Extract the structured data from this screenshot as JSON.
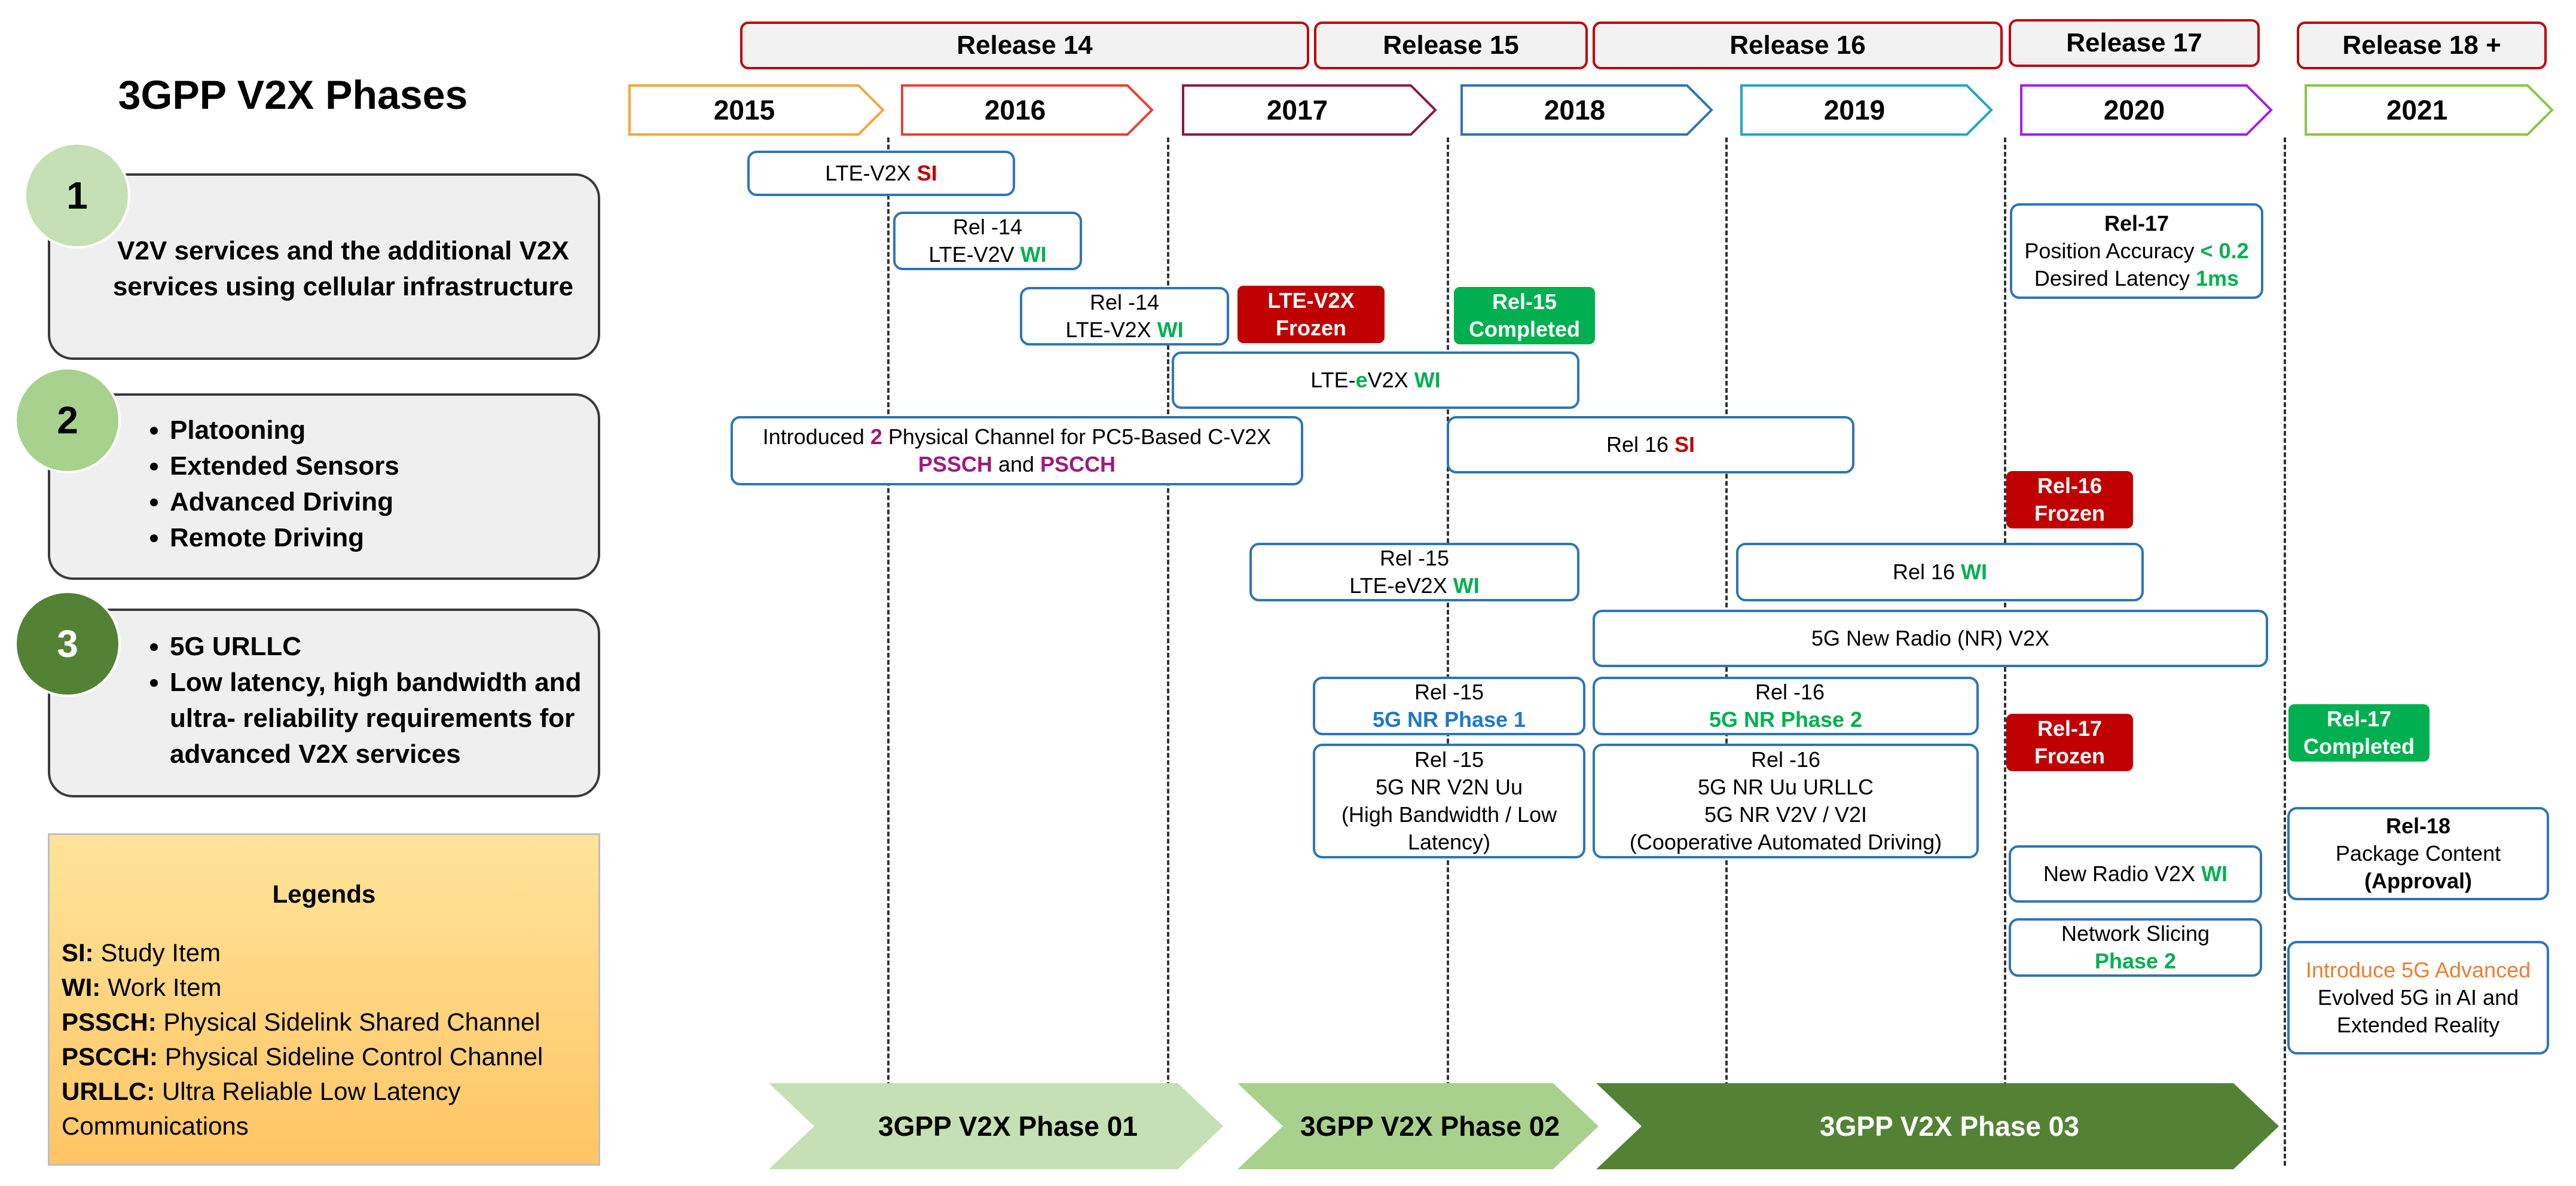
{
  "title": "3GPP V2X Phases",
  "releases": [
    "Release 14",
    "Release 15",
    "Release 16",
    "Release 17",
    "Release 18 +"
  ],
  "years": [
    {
      "label": "2015",
      "color": "#f4a63a"
    },
    {
      "label": "2016",
      "color": "#e8403a"
    },
    {
      "label": "2017",
      "color": "#8b1a4a"
    },
    {
      "label": "2018",
      "color": "#2e75b6"
    },
    {
      "label": "2019",
      "color": "#21a7c4"
    },
    {
      "label": "2020",
      "color": "#a020f0"
    },
    {
      "label": "2021",
      "color": "#8dc63f"
    }
  ],
  "phases": [
    {
      "num": "1",
      "text": "V2V services and the additional V2X services using cellular infrastructure",
      "circle_color": "#c5e0b4"
    },
    {
      "num": "2",
      "items": [
        "Platooning",
        "Extended Sensors",
        "Advanced Driving",
        "Remote Driving"
      ],
      "circle_color": "#a9d18e"
    },
    {
      "num": "3",
      "items": [
        "5G URLLC",
        "Low latency, high bandwidth and ultra- reliability requirements for advanced V2X services"
      ],
      "circle_color": "#548235"
    }
  ],
  "legend": {
    "title": "Legends",
    "entries": [
      {
        "key": "SI:",
        "value": "Study Item"
      },
      {
        "key": "WI:",
        "value": "Work Item"
      },
      {
        "key": "PSSCH:",
        "value": "Physical Sidelink Shared Channel"
      },
      {
        "key": "PSCCH:",
        "value": "Physical Sideline Control Channel"
      },
      {
        "key": "URLLC:",
        "value": "Ultra Reliable Low Latency Communications"
      }
    ]
  },
  "events": {
    "lte_v2x_si": {
      "text": "LTE-V2X ",
      "tag": "SI"
    },
    "rel14_v2v": {
      "line1": "Rel -14",
      "text": "LTE-V2V ",
      "tag": "WI"
    },
    "rel14_v2x": {
      "line1": "Rel -14",
      "text": "LTE-V2X ",
      "tag": "WI"
    },
    "lte_v2x_frozen": {
      "line1": "LTE-V2X",
      "line2": "Frozen"
    },
    "rel15_completed": {
      "line1": "Rel-15",
      "line2": "Completed"
    },
    "lte_ev2x_wi": {
      "pre": "LTE-",
      "e": "e",
      "post": "V2X ",
      "tag": "WI"
    },
    "pc5": {
      "pre": "Introduced ",
      "num": "2",
      "post": " Physical Channel for PC5-Based C-V2X",
      "ch1": "PSSCH",
      "and": " and ",
      "ch2": "PSCCH"
    },
    "rel16_si": {
      "text": "Rel 16 ",
      "tag": "SI"
    },
    "rel16_frozen": {
      "line1": "Rel-16",
      "line2": "Frozen"
    },
    "rel15_ev2x": {
      "line1": "Rel -15",
      "text": "LTE-eV2X ",
      "tag": "WI"
    },
    "rel16_wi": {
      "text": "Rel 16 ",
      "tag": "WI"
    },
    "nr_v2x": {
      "text": "5G New Radio (NR) V2X"
    },
    "rel15_nr1": {
      "line1": "Rel -15",
      "line2": "5G NR Phase 1"
    },
    "rel16_nr2": {
      "line1": "Rel -16",
      "line2": "5G NR Phase 2"
    },
    "rel17_frozen": {
      "line1": "Rel-17",
      "line2": "Frozen"
    },
    "rel17_completed": {
      "line1": "Rel-17",
      "line2": "Completed"
    },
    "rel15_v2n": {
      "line1": "Rel -15",
      "line2": "5G NR V2N Uu",
      "line3": "(High Bandwidth / Low Latency)"
    },
    "rel16_urllc": {
      "line1": "Rel -16",
      "line2": "5G NR Uu URLLC",
      "line3": "5G NR V2V / V2I",
      "line4": "(Cooperative Automated Driving)"
    },
    "rel17_pos": {
      "line1": "Rel-17",
      "acc": "Position Accuracy ",
      "acc_val": "< 0.2",
      "lat": "Desired Latency ",
      "lat_val": "1ms"
    },
    "nr_v2x_wi": {
      "text": "New Radio V2X  ",
      "tag": "WI"
    },
    "slicing": {
      "line1": "Network Slicing",
      "line2": "Phase 2"
    },
    "rel18_pkg": {
      "line1": "Rel-18",
      "line2": "Package Content",
      "line3": "(Approval)"
    },
    "advanced": {
      "line1": "Introduce 5G Advanced",
      "line2": "Evolved 5G in AI and Extended Reality"
    }
  },
  "bottom_phases": [
    {
      "label": "3GPP V2X Phase 01",
      "color": "#c5e0b4"
    },
    {
      "label": "3GPP V2X Phase 02",
      "color": "#a9d18e"
    },
    {
      "label": "3GPP V2X Phase 03",
      "color": "#548235",
      "text_color": "#ffffff"
    }
  ]
}
